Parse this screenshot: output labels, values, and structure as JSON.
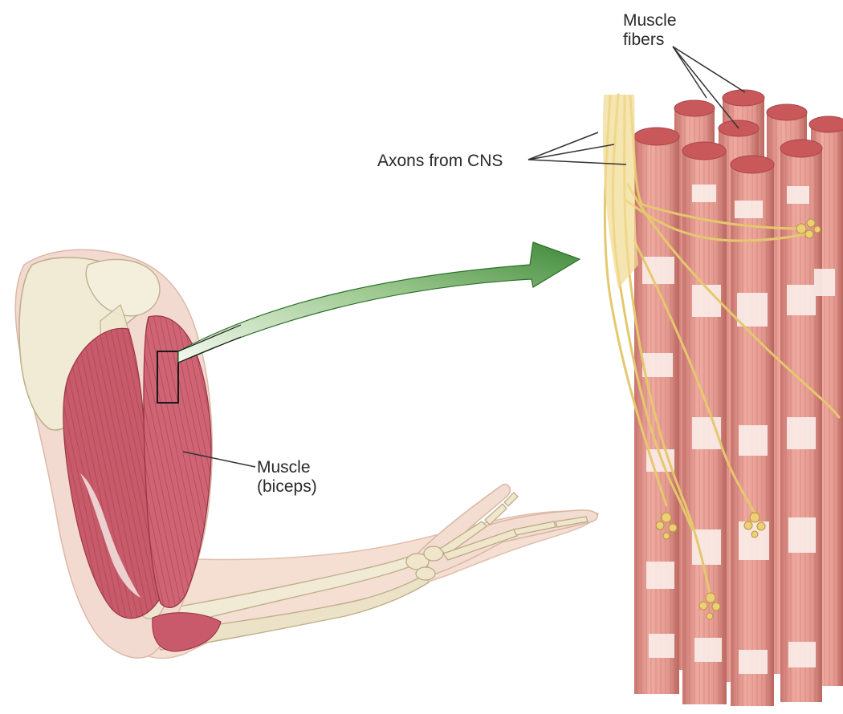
{
  "labels": {
    "muscle_fibers_line1": "Muscle",
    "muscle_fibers_line2": "fibers",
    "axons": "Axons from CNS",
    "muscle_line1": "Muscle",
    "muscle_line2": "(biceps)"
  },
  "colors": {
    "fiber_body": "#e9a39a",
    "fiber_stripe": "#c97a72",
    "fiber_band": "#fbe9e6",
    "fiber_cap": "#c8585a",
    "muscle_red": "#b84a5a",
    "bone": "#f1ead5",
    "bone_shadow": "#d9ceb0",
    "skin": "#f3dcd0",
    "nerve": "#e8cf7a",
    "arrow_dark": "#3f8a3a",
    "arrow_light": "#dfeed6",
    "leader": "#333333"
  }
}
